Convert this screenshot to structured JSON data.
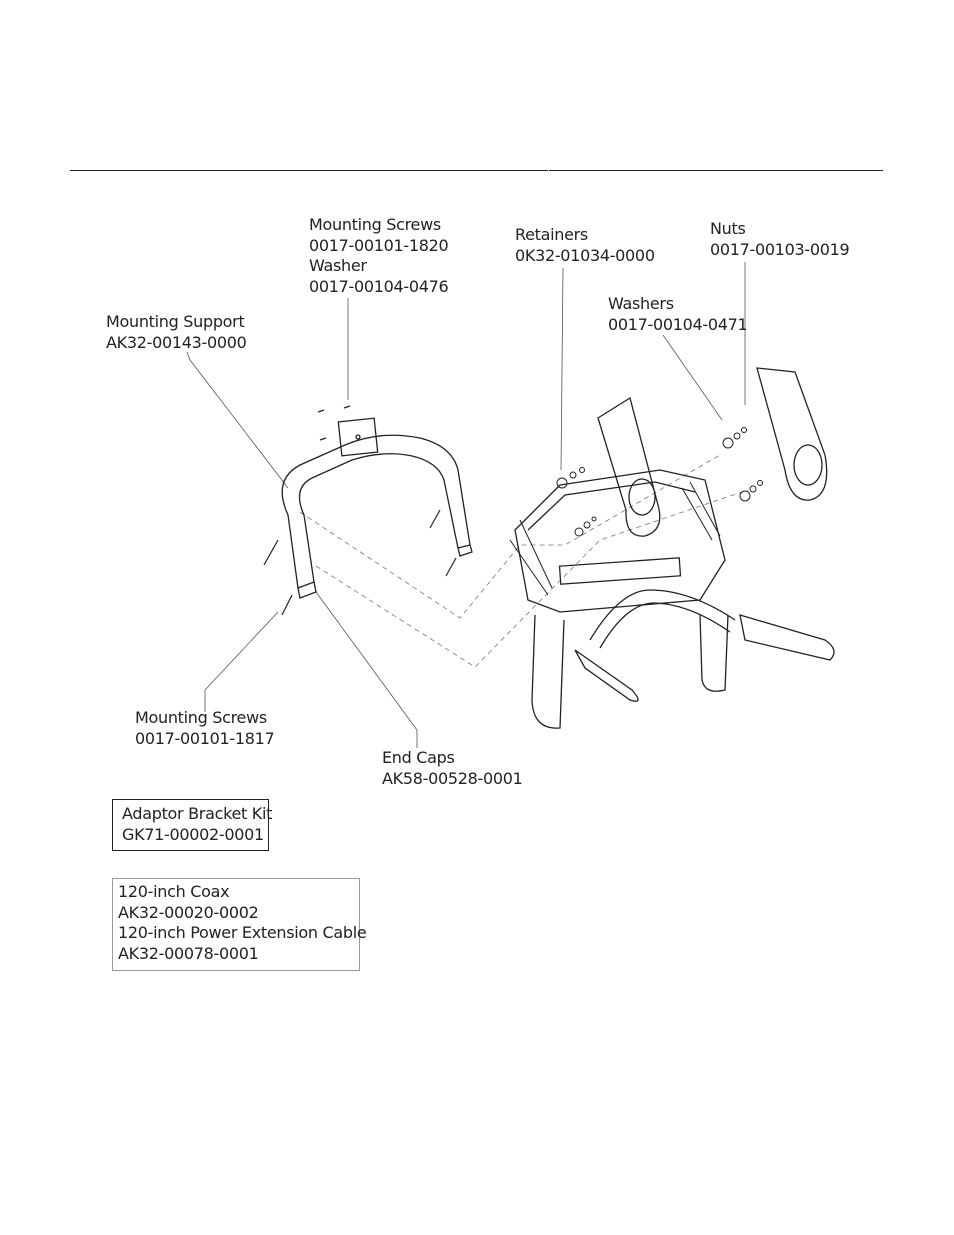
{
  "labels": {
    "mounting_screws_top": {
      "name": "Mounting Screws",
      "part": "0017-00101-1820"
    },
    "washer": {
      "name": "Washer",
      "part": "0017-00104-0476"
    },
    "retainers": {
      "name": "Retainers",
      "part": "0K32-01034-0000"
    },
    "nuts": {
      "name": "Nuts",
      "part": "0017-00103-0019"
    },
    "washers": {
      "name": "Washers",
      "part": "0017-00104-0471"
    },
    "mounting_support": {
      "name": "Mounting Support",
      "part": "AK32-00143-0000"
    },
    "mounting_screws_bottom": {
      "name": "Mounting Screws",
      "part": "0017-00101-1817"
    },
    "end_caps": {
      "name": "End Caps",
      "part": "AK58-00528-0001"
    }
  },
  "kit_box": {
    "name": "Adaptor Bracket Kit",
    "part": "GK71-00002-0001"
  },
  "cable_box": {
    "coax_name": "120-inch Coax",
    "coax_part": "AK32-00020-0002",
    "power_name": "120-inch Power Extension Cable",
    "power_part": "AK32-00078-0001"
  }
}
